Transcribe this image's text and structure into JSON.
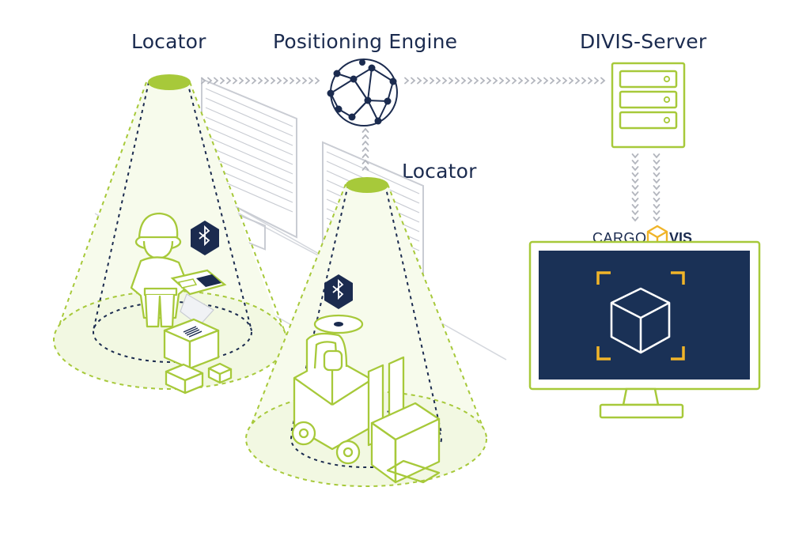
{
  "labels": {
    "locator_left": "Locator",
    "positioning_engine": "Positioning Engine",
    "divis_server": "DIVIS-Server",
    "locator_right": "Locator"
  },
  "brand": {
    "cargo": "CARGO",
    "vis": "VIS"
  },
  "colors": {
    "navy": "#1b2b4f",
    "lime": "#a7c93a",
    "lime_fill": "#f4f9e6",
    "gray": "#c9ccd3",
    "gold": "#f0b429",
    "screen": "#1a3156"
  },
  "icons": [
    "bluetooth-icon",
    "network-icon",
    "server-icon",
    "cube-icon"
  ]
}
